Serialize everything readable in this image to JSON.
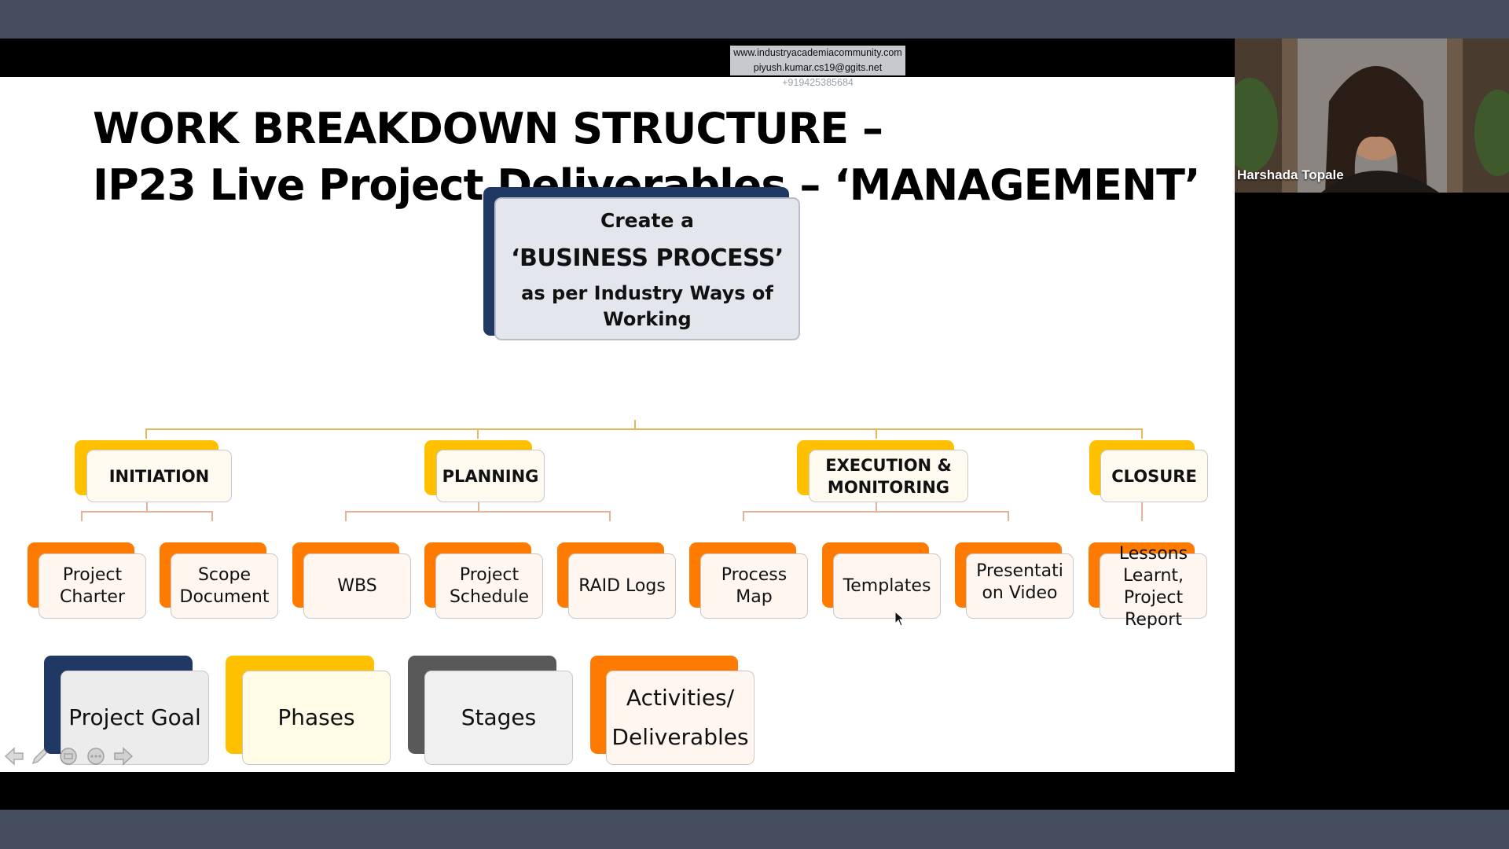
{
  "watermark": {
    "site": "www.industryacademiacommunity.com",
    "email": "piyush.kumar.cs19@ggits.net",
    "phone": "+919425385684"
  },
  "participant": {
    "name": "Harshada Topale"
  },
  "slide": {
    "title_line1": "WORK BREAKDOWN STRUCTURE –",
    "title_line2": "IP23 Live Project Deliverables – ‘MANAGEMENT’",
    "main": {
      "line1": "Create a",
      "line2": "‘BUSINESS PROCESS’",
      "line3": "as per Industry Ways of",
      "line4": "Working"
    },
    "phases": [
      {
        "label1": "INITIATION",
        "label2": ""
      },
      {
        "label1": "PLANNING",
        "label2": ""
      },
      {
        "label1": "EXECUTION &",
        "label2": "MONITORING"
      },
      {
        "label1": "CLOSURE",
        "label2": ""
      }
    ],
    "activities": [
      {
        "label1": "Project",
        "label2": "Charter"
      },
      {
        "label1": "Scope",
        "label2": "Document"
      },
      {
        "label1": "WBS",
        "label2": ""
      },
      {
        "label1": "Project",
        "label2": "Schedule"
      },
      {
        "label1": "RAID Logs",
        "label2": ""
      },
      {
        "label1": "Process",
        "label2": "Map"
      },
      {
        "label1": "Templates",
        "label2": ""
      },
      {
        "label1": "Presentati",
        "label2": "on Video"
      },
      {
        "label1": "Lessons",
        "label2": "Learnt,",
        "label3": "Project",
        "label4": "Report"
      }
    ],
    "legend": [
      {
        "label1": "Project Goal",
        "label2": "",
        "color": "#1f3864"
      },
      {
        "label1": "Phases",
        "label2": "",
        "color": "#ffc000"
      },
      {
        "label1": "Stages",
        "label2": "",
        "color": "#595959"
      },
      {
        "label1": "Activities/",
        "label2": "Deliverables",
        "color": "#ff7a00"
      }
    ]
  },
  "controls": {
    "icons": [
      "arrow-left-icon",
      "pen-icon",
      "zoom-icon",
      "more-icon",
      "arrow-right-icon"
    ]
  },
  "colors": {
    "frame": "#454d5e",
    "project_goal": "#1f3864",
    "phase": "#ffc000",
    "stage": "#595959",
    "activity": "#ff7a00"
  }
}
